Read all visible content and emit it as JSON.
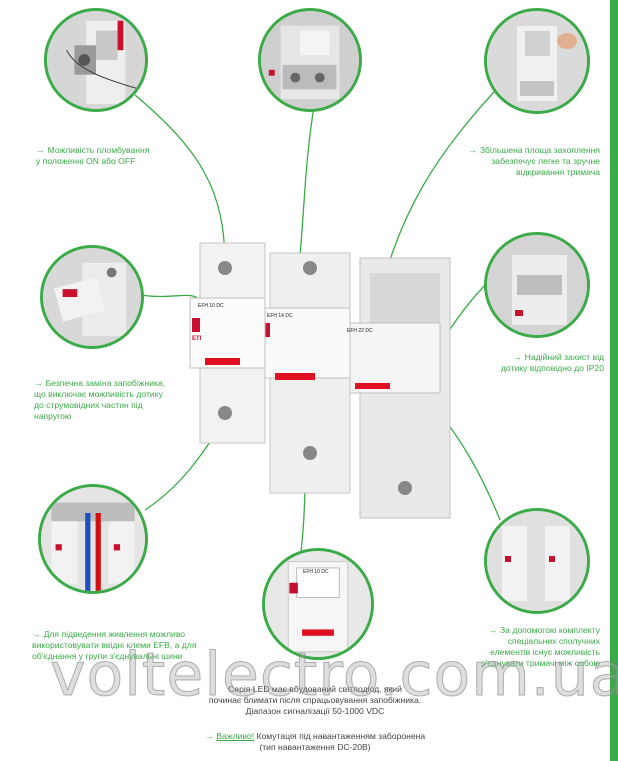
{
  "colors": {
    "accent": "#3bab48",
    "led": "#e01020",
    "brand_red": "#c8102e"
  },
  "captions": {
    "sealing": {
      "arrow": "→",
      "line1": "Можливість пломбування",
      "line2": "у положенні ON або OFF"
    },
    "grip": {
      "arrow": "→",
      "line1": "Збільшена площа захоплення",
      "line2": "забезпечує легке та зручне",
      "line3": "відкривання тримача"
    },
    "replace": {
      "arrow": "→",
      "line1": "Безпечна заміна запобіжника,",
      "line2": "що виключає можливість дотику",
      "line3": "до струмовідних частин під",
      "line4": "напругою"
    },
    "ip20": {
      "arrow": "→",
      "line1": "Надійний захист від",
      "line2": "дотику відповідно до IP20"
    },
    "terminals": {
      "arrow": "→",
      "line1": "Для підведення живлення можливо",
      "line2": "використовувати ввідні клеми EFB, а для",
      "line3": "об'єднання у групи з'єднувальні шини"
    },
    "connectors": {
      "arrow": "→",
      "line1": "За допомогою комплекту",
      "line2": "спеціальних сполучних",
      "line3": "елементів існує можливість",
      "line4": "з'єднувати тримачі між собою"
    },
    "led": {
      "line1": "Серія LED має вбудований світлодіод, який",
      "line2": "починає блимати після спрацьовування запобіжника.",
      "line3": "Діапазон сигналізації 50-1000 VDC"
    },
    "warning": {
      "arrow": "→",
      "important": "Важливо!",
      "rest": " Комутація під навантаженням заборонена",
      "line2": "(тип навантаження DC-20B)"
    }
  },
  "product_labels": {
    "holder1": "EFH 10 DC",
    "holder2": "EFH 14 DC",
    "holder3": "EFH 22 DC",
    "holder_zoom": "EFH 10 DC",
    "brand": "ETI"
  },
  "watermark": "voltelectro.com.ua"
}
